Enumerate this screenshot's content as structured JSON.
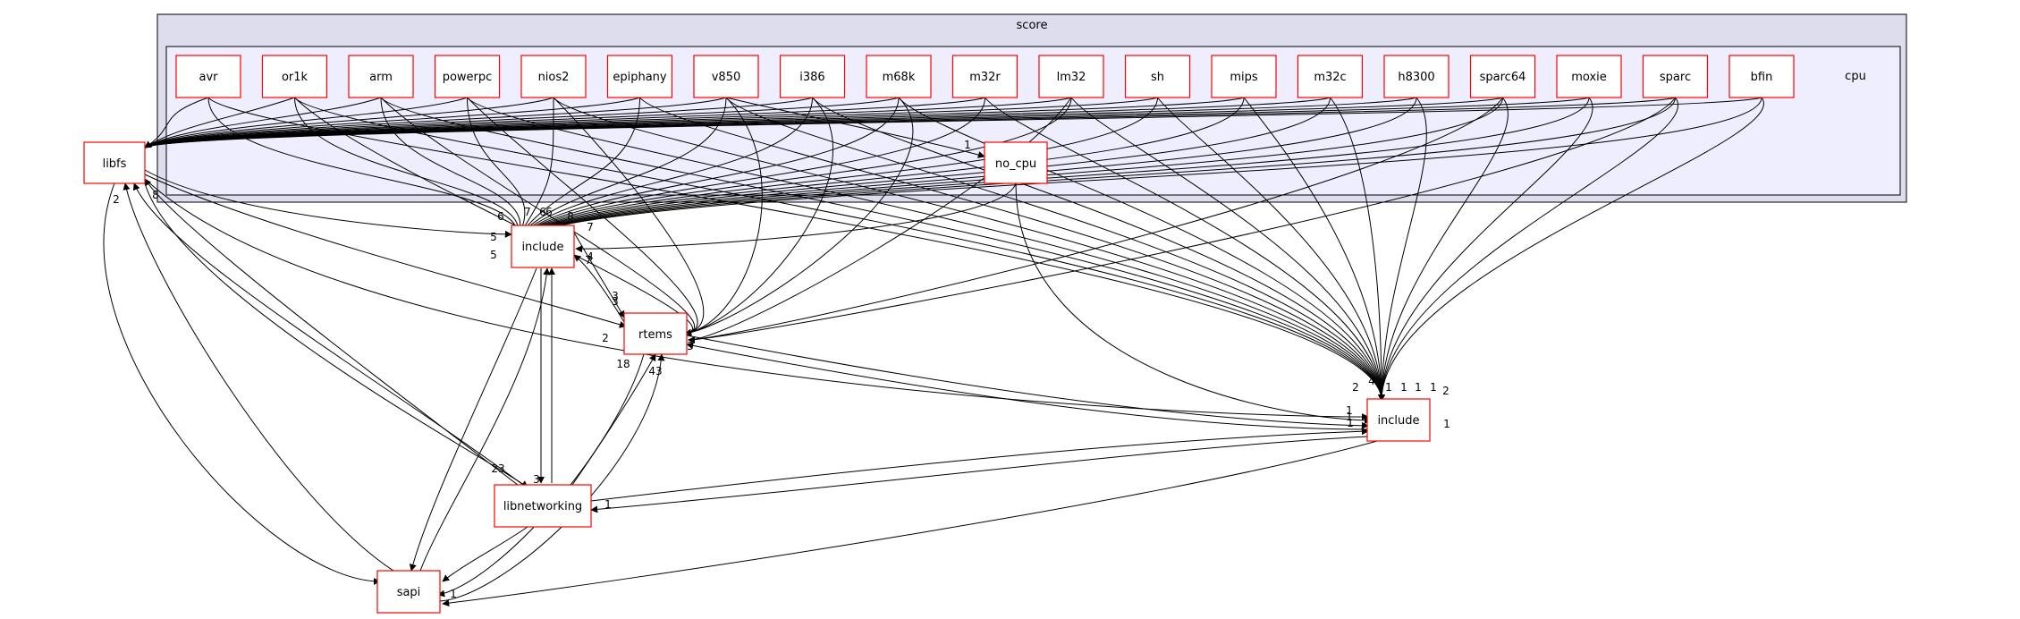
{
  "clusters": {
    "outer_label": "score",
    "inner_label": "cpu"
  },
  "cpu_nodes": [
    "avr",
    "or1k",
    "arm",
    "powerpc",
    "nios2",
    "epiphany",
    "v850",
    "i386",
    "m68k",
    "m32r",
    "lm32",
    "sh",
    "mips",
    "m32c",
    "h8300",
    "sparc64",
    "moxie",
    "sparc",
    "bfin"
  ],
  "nodes": {
    "no_cpu": "no_cpu",
    "libfs": "libfs",
    "score_include": "include",
    "rtems": "rtems",
    "include": "include",
    "libnetworking": "libnetworking",
    "sapi": "sapi"
  },
  "edge_labels": [
    "1",
    "2",
    "8",
    "6",
    "6",
    "7",
    "6",
    "8",
    "7",
    "5",
    "5",
    "4",
    "3",
    "7",
    "3",
    "23",
    "2",
    "3",
    "18",
    "43",
    "2",
    "4",
    "1",
    "1",
    "1",
    "1",
    "2",
    "1",
    "1",
    "1",
    "1",
    "1",
    "1",
    "3"
  ],
  "colors": {
    "outer_fill": "#dddded",
    "inner_fill": "#eeeeff",
    "node_border": "#ff0000",
    "edge": "#000000"
  }
}
